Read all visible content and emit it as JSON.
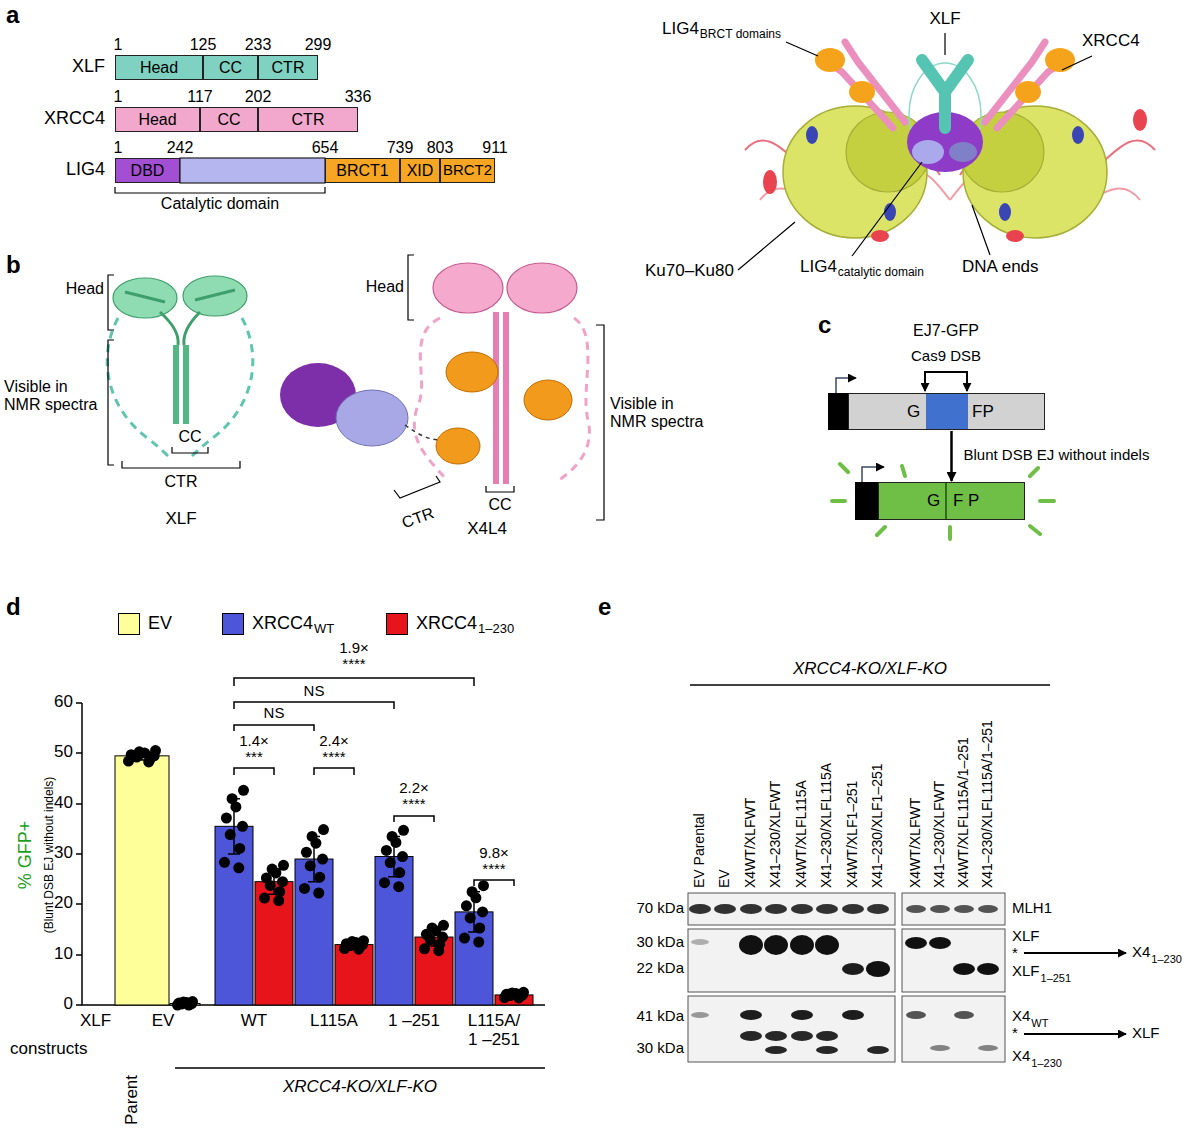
{
  "diagram": {
    "nodes": [
      {
        "text": [
          "Head"
        ]
      },
      {
        "text": [
          "CC"
        ]
      },
      {
        "text": [
          "CTR"
        ]
      },
      {
        "text": [
          "Head"
        ]
      },
      {
        "text": [
          "CC"
        ]
      },
      {
        "text": [
          "CTR"
        ]
      },
      {
        "text": [
          "DBD"
        ]
      },
      {
        "text": [
          "BRCT1"
        ]
      },
      {
        "text": [
          "XID"
        ]
      },
      {
        "text": [
          "BRCT2"
        ]
      },
      {
        "text": [
          "G",
          "FP"
        ]
      },
      {
        "text": [
          "G",
          "F P"
        ]
      }
    ],
    "edges": [
      {
        "from": 10,
        "to": 11,
        "arrow": "to",
        "label": "Blunt DSB EJ without indels"
      }
    ],
    "labels": [
      "a",
      "XLF",
      "1",
      "125",
      "233",
      "299",
      "XRCC4",
      "1",
      "117",
      "202",
      "336",
      "LIG4",
      "1",
      "242",
      "654",
      "739",
      "803",
      "911",
      "Catalytic domain",
      "XLF",
      "LIG4",
      "BRCT domains",
      "XRCC4",
      "Ku70–Ku80",
      "LIG4",
      "catalytic domain",
      "DNA ends",
      "b",
      "Head",
      "Visible in NMR spectra",
      "CC",
      "CTR",
      "XLF",
      "Head",
      "CTR",
      "CC",
      "X4L4",
      "Visible in NMR spectra",
      "c",
      "EJ7-GFP",
      "Cas9 DSB",
      "d",
      "WT",
      "1–230",
      "60",
      "50",
      "40",
      "30",
      "20",
      "10",
      "0",
      "% GFP+",
      "(Blunt DSB EJ without indels)",
      "1.9×",
      "****",
      "NS",
      "NS",
      "1.4×",
      "***",
      "2.4×",
      "****",
      "2.2×",
      "****",
      "9.8×",
      "****",
      "XLF",
      "constructs",
      "EV",
      "WT",
      "L115A",
      "1 –251",
      "L115A/ 1 –251",
      "XRCC4-KO/XLF-KO",
      "Parent",
      "e",
      "XRCC4-KO/XLF-KO",
      "EV Parental",
      "EV",
      "X4WT/XLFWT",
      "X41–230/XLFWT",
      "X4WT/XLFL115A",
      "X41–230/XLFL115A",
      "X4WT/XLF1–251",
      "X41–230/XLF1–251",
      "X4WT/XLFWT",
      "X41–230/XLFWT",
      "X4WT/XLFL115A/1–251",
      "X41–230/XLFL115A/1–251",
      "70 kDa",
      "30 kDa",
      "22 kDa",
      "41 kDa",
      "30 kDa",
      "MLH1",
      "XLF",
      "*",
      "X4",
      "1–230",
      "XLF",
      "1–251",
      "X4",
      "WT",
      "*",
      "XLF",
      "X4",
      "1–230"
    ],
    "legend": [
      {
        "text": "EV",
        "color": "#ffff99"
      },
      {
        "text": "XRCC4",
        "color": "#4d55d9"
      },
      {
        "text": "XRCC4",
        "color": "#e8141b"
      }
    ]
  }
}
